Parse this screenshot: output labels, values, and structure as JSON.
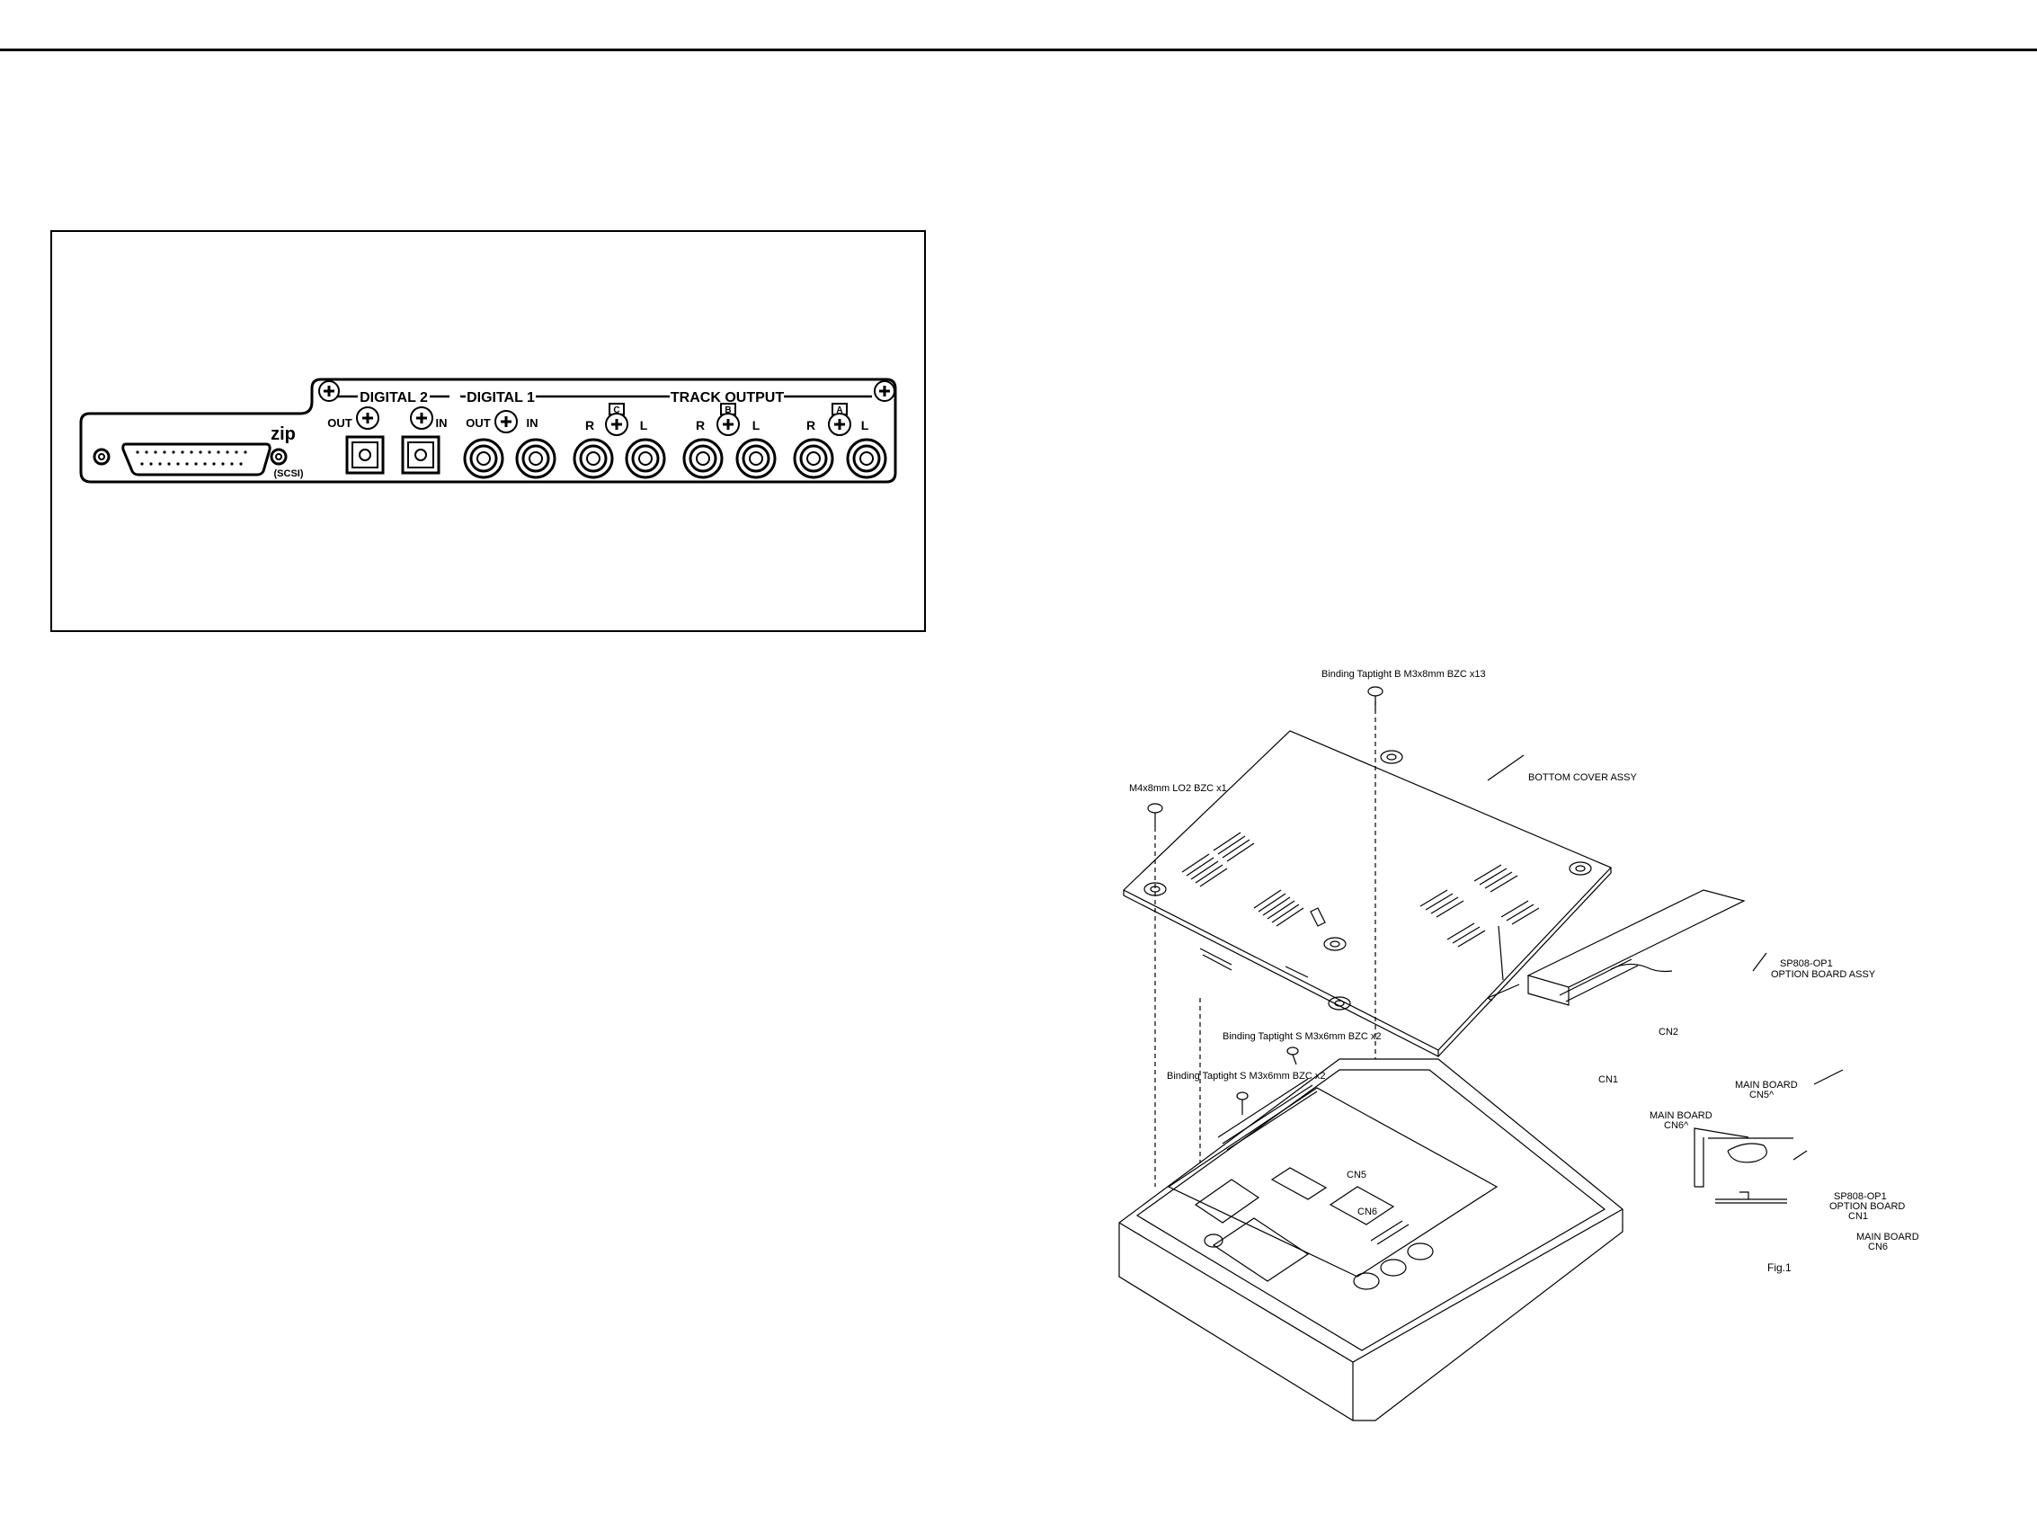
{
  "rear_panel": {
    "zip_label": "zip",
    "scsi_label": "(SCSI)",
    "digital2": {
      "title": "DIGITAL 2",
      "out": "OUT",
      "in": "IN"
    },
    "digital1": {
      "title": "DIGITAL 1",
      "out": "OUT",
      "in": "IN"
    },
    "track_output": {
      "title": "TRACK OUTPUT",
      "groups": [
        {
          "badge": "C",
          "r": "R",
          "l": "L"
        },
        {
          "badge": "B",
          "r": "R",
          "l": "L"
        },
        {
          "badge": "A",
          "r": "R",
          "l": "L"
        }
      ]
    }
  },
  "exploded_view": {
    "screw_top": "Binding Taptight B M3x8mm BZC x13",
    "screw_left": "M4x8mm LO2 BZC x1",
    "bottom_cover": "BOTTOM COVER ASSY",
    "option_board_title_1": "SP808-OP1",
    "option_board_title_2": "OPTION BOARD ASSY",
    "screw_mid_1": "Binding Taptight S M3x6mm BZC x2",
    "screw_mid_2": "Binding Taptight S M3x6mm BZC x2",
    "cn2": "CN2",
    "cn1": "CN1",
    "main_board_cn5_1": "MAIN BOARD",
    "main_board_cn5_2": "CN5^",
    "main_board_cn6_1": "MAIN BOARD",
    "main_board_cn6_2": "CN6^",
    "cn5": "CN5",
    "cn6": "CN6",
    "detail_op1_1": "SP808-OP1",
    "detail_op1_2": "OPTION BOARD",
    "detail_op1_3": "CN1",
    "detail_main_1": "MAIN BOARD",
    "detail_main_2": "CN6",
    "fig_label": "Fig.1"
  }
}
